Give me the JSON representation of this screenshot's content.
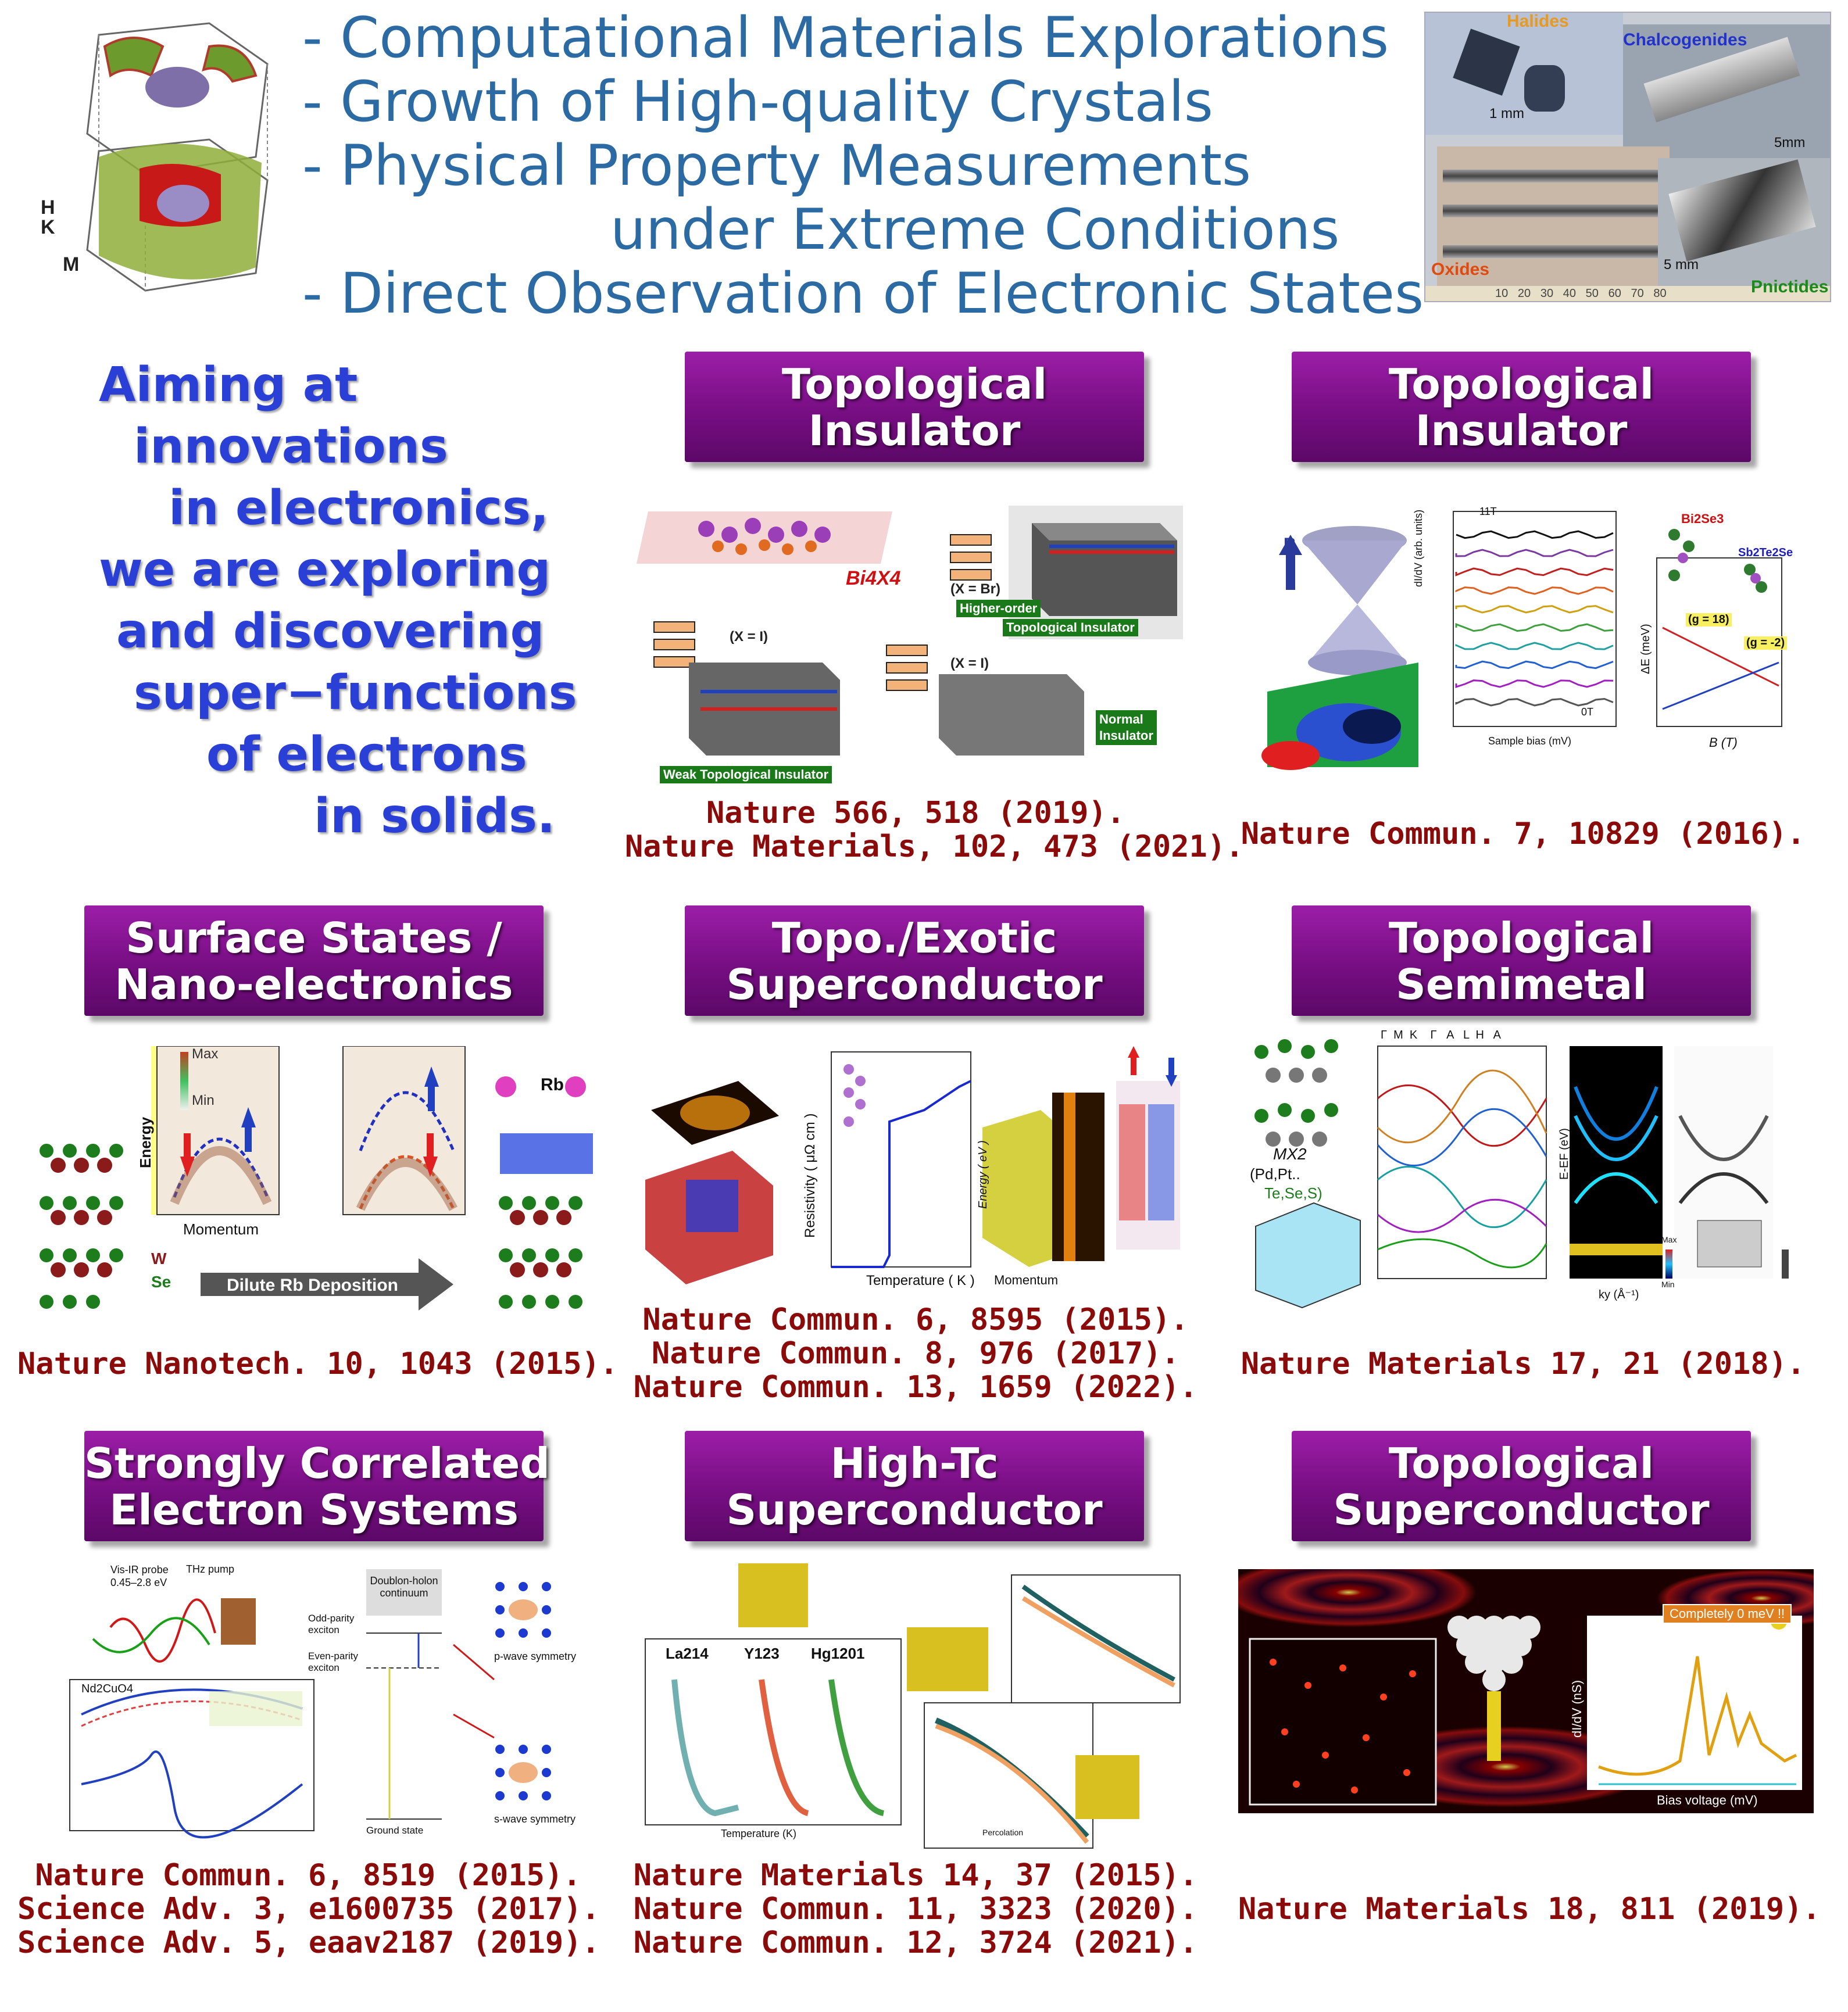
{
  "header": {
    "bullets": [
      "- Computational Materials Explorations",
      "- Growth of High-quality Crystals",
      "- Physical Property Measurements",
      "under Extreme Conditions",
      "- Direct Observation of Electronic States"
    ],
    "samples": {
      "halides": "Halides",
      "chalcogenides": "Chalcogenides",
      "oxides": "Oxides",
      "pnictides": "Pnictides",
      "scale_1mm": "1 mm",
      "scale_5mm_a": "5mm",
      "scale_5mm_b": "5 mm",
      "ruler": "10   20   30   40   50   60   70   80"
    },
    "crystal_labels": [
      "H",
      "K",
      "M"
    ]
  },
  "aim": {
    "lines": [
      "Aiming at",
      "innovations",
      "in electronics,",
      "we are exploring",
      "and discovering",
      "super−functions",
      "of electrons",
      "in solids."
    ]
  },
  "panels": {
    "p1": {
      "title": [
        "Topological",
        "Insulator"
      ],
      "citations": [
        "Nature 566, 518 (2019).",
        "Nature Materials, 102, 473 (2021)."
      ],
      "labels": {
        "compound": "Bi4X4",
        "x_br": "(X = Br)",
        "x_i1": "(X = I)",
        "x_i2": "(X = I)",
        "higher_order": "Higher-order",
        "topo_ins": "Topological Insulator",
        "weak_ti": "Weak Topological Insulator",
        "normal": "Normal",
        "insulator": "Insulator"
      }
    },
    "p2": {
      "title": [
        "Topological",
        "Insulator"
      ],
      "citations": [
        "Nature Commun. 7, 10829 (2016)."
      ],
      "labels": {
        "b": "B",
        "field": "11T",
        "zero_t": "0T",
        "xlabel": "Sample bias (mV)",
        "ylabel": "dI/dV (arb. units)",
        "xlabel2": "B (T)",
        "ylabel2": "ΔE (meV)",
        "bi2se3": "Bi2Se3",
        "sb2te2se": "Sb2Te2Se",
        "g1": "(g = 18)",
        "g2": "(g = -2)"
      }
    },
    "p3": {
      "title": [
        "Surface States /",
        "Nano-electronics"
      ],
      "citations": [
        "Nature Nanotech. 10, 1043 (2015)."
      ],
      "labels": {
        "max": "Max",
        "min": "Min",
        "energy": "Energy",
        "momentum": "Momentum",
        "rb": "Rb",
        "w": "W",
        "se": "Se",
        "arrow": "Dilute Rb Deposition"
      }
    },
    "p4": {
      "title": [
        "Topo./Exotic",
        "Superconductor"
      ],
      "citations": [
        "Nature Commun. 6, 8595 (2015).",
        "Nature Commun. 8, 976 (2017).",
        "Nature Commun. 13, 1659 (2022)."
      ],
      "labels": {
        "xlabel": "Temperature ( K )",
        "ylabel": "Resistivity ( μΩ cm )",
        "momentum": "Momentum",
        "energy": "Energy ( eV )"
      }
    },
    "p5": {
      "title": [
        "Topological",
        "Semimetal"
      ],
      "citations": [
        "Nature Materials 17, 21 (2018)."
      ],
      "labels": {
        "formula": "MX2",
        "elements1": "(Pd,Pt..",
        "elements2": "Te,Se,S)",
        "kpath": "Γ  M  K    Γ   A   L  H   A",
        "ylabel": "E-EF (eV)",
        "xlabel": "ky (Å⁻¹)",
        "max": "Max",
        "min": "Min"
      }
    },
    "p6": {
      "title": [
        "Strongly Correlated",
        "Electron Systems"
      ],
      "citations": [
        "Nature Commun. 6, 8519 (2015).",
        "Science Adv. 3, e1600735 (2017).",
        "Science Adv. 5, eaav2187 (2019)."
      ],
      "labels": {
        "probe": "Vis-IR probe",
        "probe_range": "0.45–2.8 eV",
        "pump": "THz pump",
        "compound": "Nd2CuO4",
        "continuum": "Doublon-holon continuum",
        "odd": "Odd-parity exciton",
        "even": "Even-parity exciton",
        "ground": "Ground state",
        "pwave": "p-wave symmetry",
        "swave": "s-wave symmetry"
      }
    },
    "p7": {
      "title": [
        "High-Tc",
        "Superconductor"
      ],
      "citations": [
        "Nature Materials 14, 37 (2015).",
        "Nature Commun. 11, 3323 (2020).",
        "Nature Commun. 12, 3724 (2021)."
      ],
      "labels": {
        "la214": "La214",
        "y123": "Y123",
        "hg1201": "Hg1201",
        "xlabel": "Temperature (K)",
        "percolation": "Percolation"
      }
    },
    "p8": {
      "title": [
        "Topological",
        "Superconductor"
      ],
      "citations": [
        "Nature Materials 18, 811 (2019)."
      ],
      "labels": {
        "callout": "Completely 0 meV !!",
        "xlabel": "Bias voltage (mV)",
        "ylabel": "dI/dV (nS)"
      }
    }
  },
  "colors": {
    "bullet_blue": "#2b6aa3",
    "aim_blue": "#2a3fd6",
    "header_purple": "#7a0f86",
    "citation_red": "#8b0a0a"
  }
}
